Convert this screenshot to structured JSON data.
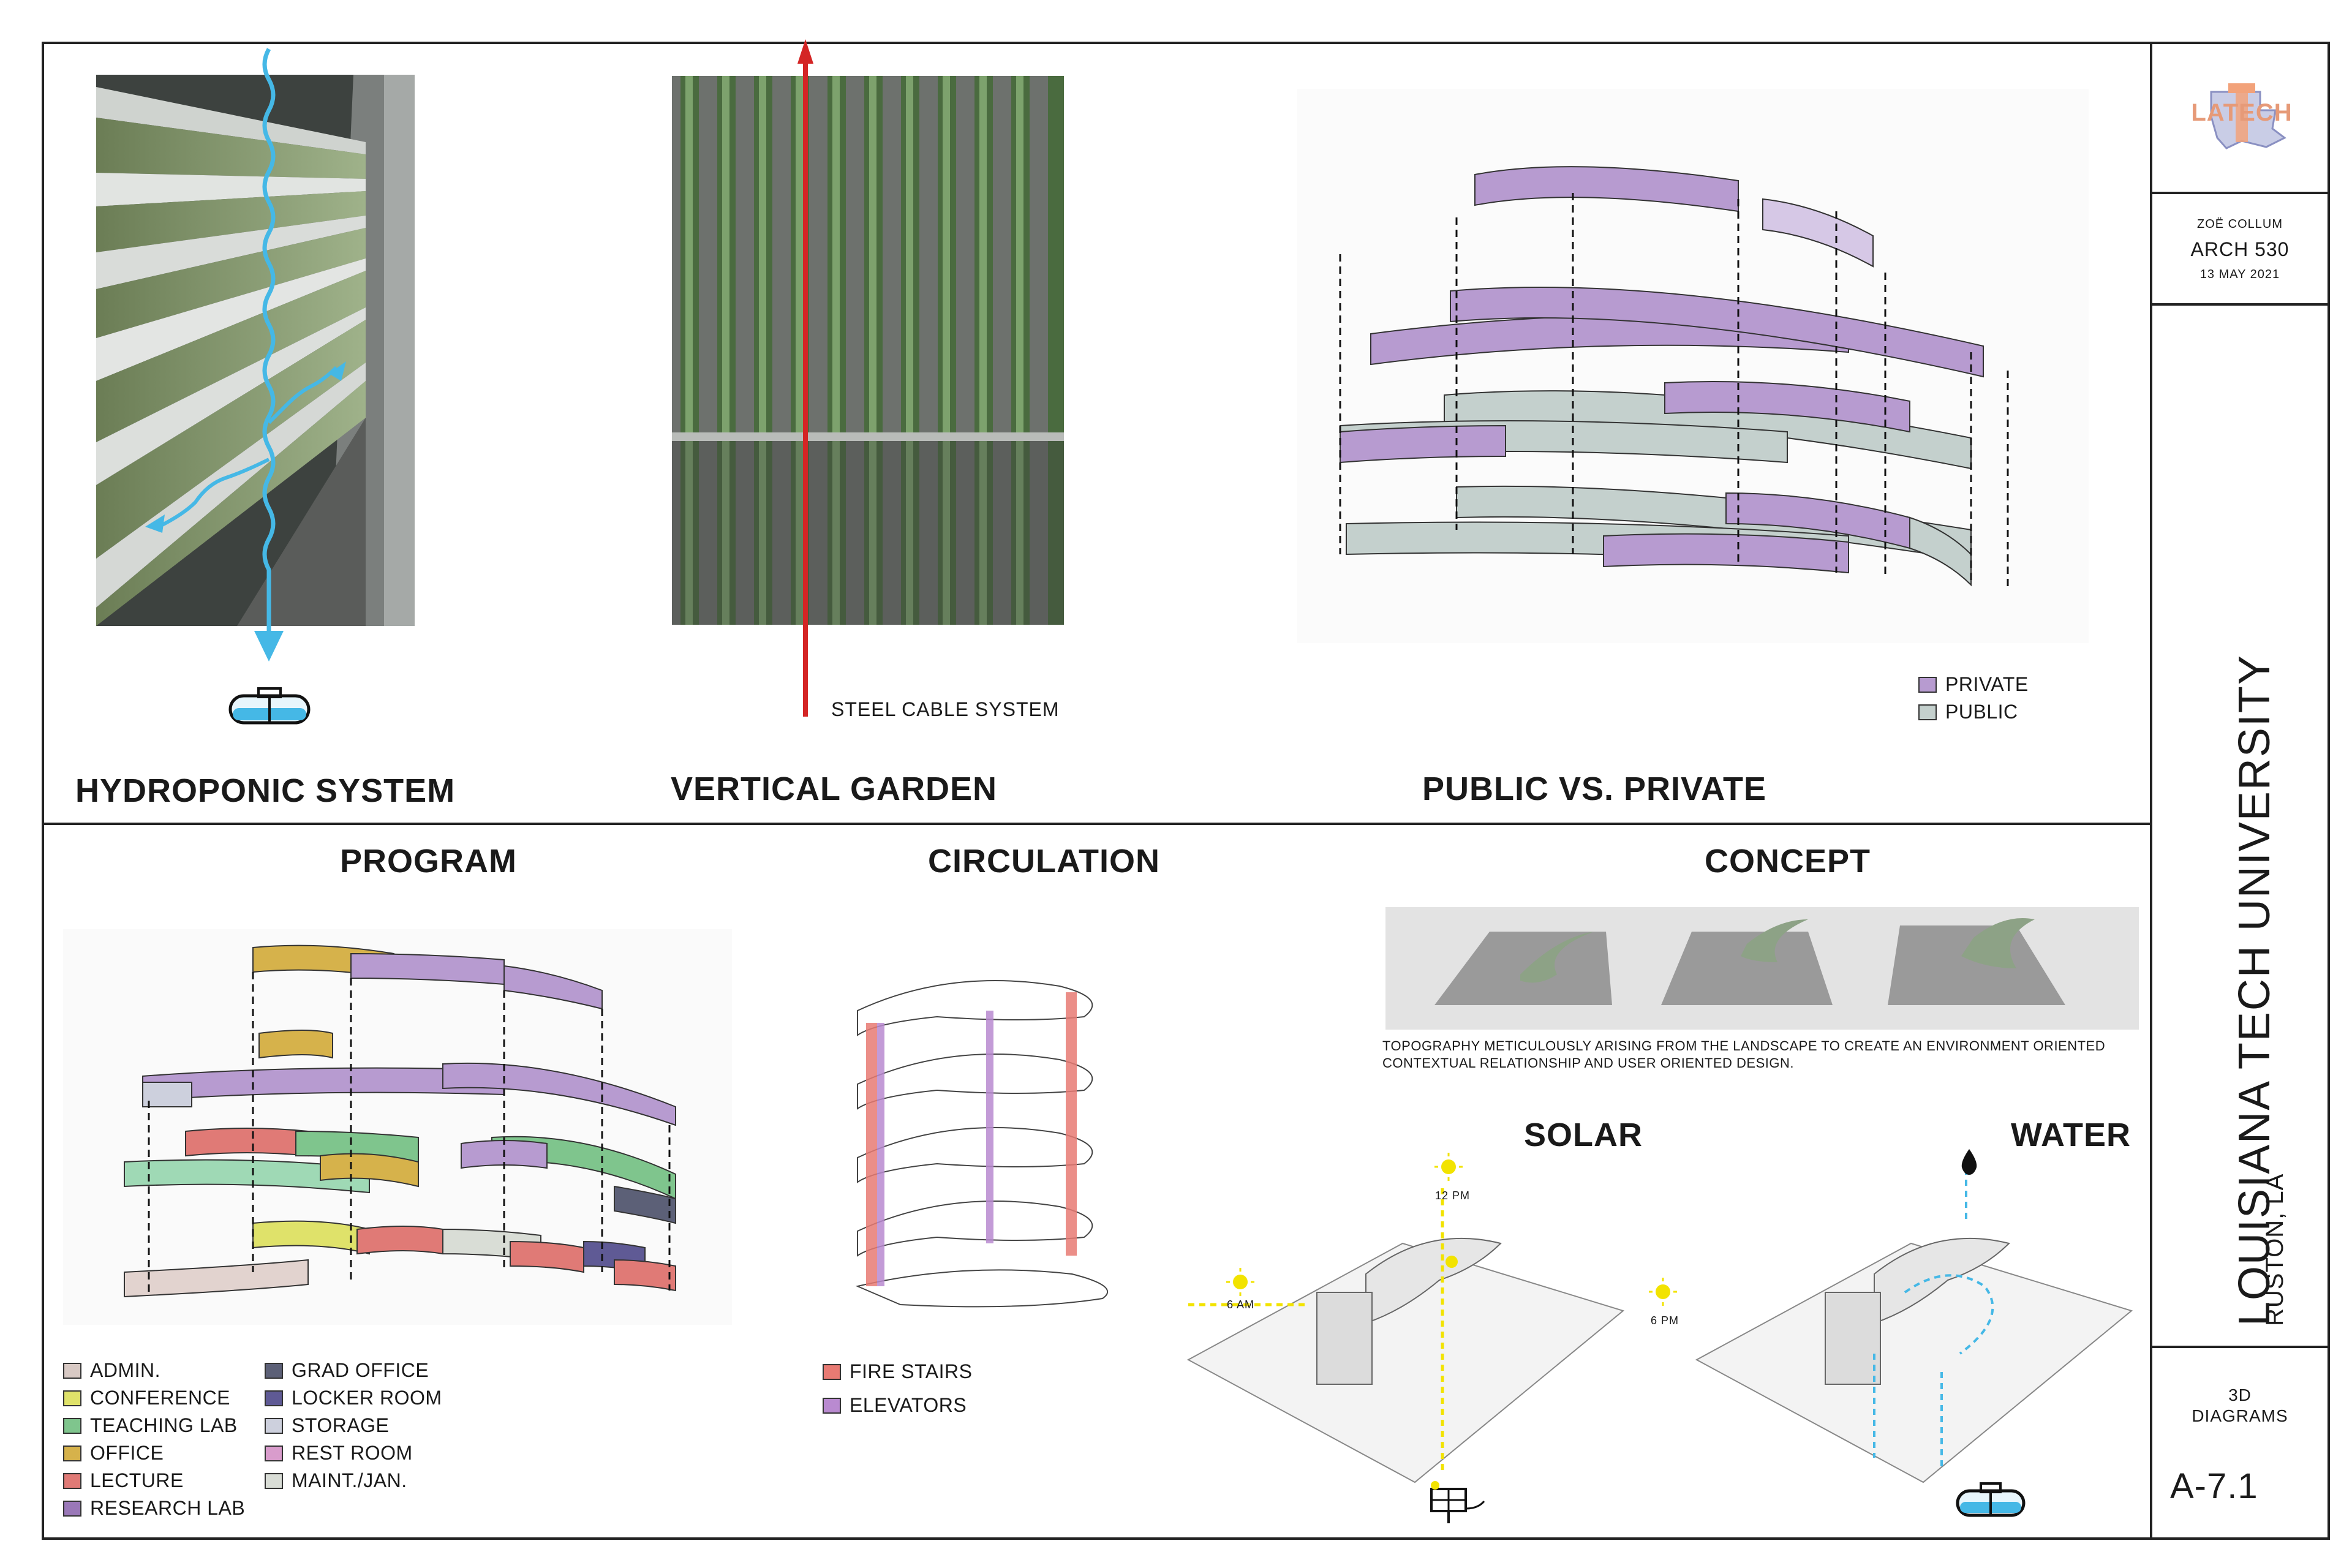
{
  "sections": {
    "hydroponic": "HYDROPONIC SYSTEM",
    "vertical_garden": "VERTICAL GARDEN",
    "public_private": "PUBLIC VS. PRIVATE",
    "program": "PROGRAM",
    "circulation": "CIRCULATION",
    "concept": "CONCEPT",
    "solar": "SOLAR",
    "water": "WATER"
  },
  "annotations": {
    "steel_cable": "STEEL CABLE SYSTEM",
    "concept_note": "TOPOGRAPHY METICULOUSLY ARISING FROM THE LANDSCAPE TO CREATE AN ENVIRONMENT ORIENTED CONTEXTUAL RELATIONSHIP AND USER ORIENTED DESIGN.",
    "time_12pm": "12 PM",
    "time_6am": "6 AM",
    "time_6pm": "6 PM"
  },
  "public_private_legend": [
    {
      "label": "PRIVATE",
      "color": "#b79bd0"
    },
    {
      "label": "PUBLIC",
      "color": "#c4d0cd"
    }
  ],
  "program_legend_col1": [
    {
      "label": "ADMIN.",
      "color": "#d8c9c4"
    },
    {
      "label": "CONFERENCE",
      "color": "#dfe26a"
    },
    {
      "label": "TEACHING LAB",
      "color": "#7fc58d"
    },
    {
      "label": "OFFICE",
      "color": "#d6b24b"
    },
    {
      "label": "LECTURE",
      "color": "#e07a76"
    },
    {
      "label": "RESEARCH LAB",
      "color": "#9a78b8"
    }
  ],
  "program_legend_col2": [
    {
      "label": "GRAD OFFICE",
      "color": "#5c6077"
    },
    {
      "label": "LOCKER ROOM",
      "color": "#5f5a95"
    },
    {
      "label": "STORAGE",
      "color": "#cdd0dd"
    },
    {
      "label": "REST ROOM",
      "color": "#d99ccc"
    },
    {
      "label": "MAINT./JAN.",
      "color": "#d9ddd6"
    }
  ],
  "circulation_legend": [
    {
      "label": "FIRE STAIRS",
      "color": "#e87a73"
    },
    {
      "label": "ELEVATORS",
      "color": "#b98ad0"
    }
  ],
  "title_block": {
    "logo": "LATECH",
    "author": "ZOË COLLUM",
    "course": "ARCH 530",
    "date": "13 MAY 2021",
    "university": "LOUISIANA TECH UNIVERSITY",
    "location": "RUSTON, LA",
    "sheet_title_1": "3D",
    "sheet_title_2": "DIAGRAMS",
    "sheet_number": "A-7.1"
  },
  "colors": {
    "private": "#b79bd0",
    "public": "#c4d0cd",
    "water_arrow": "#45b8e6",
    "cable_arrow": "#d42525",
    "sun": "#f2e300"
  }
}
